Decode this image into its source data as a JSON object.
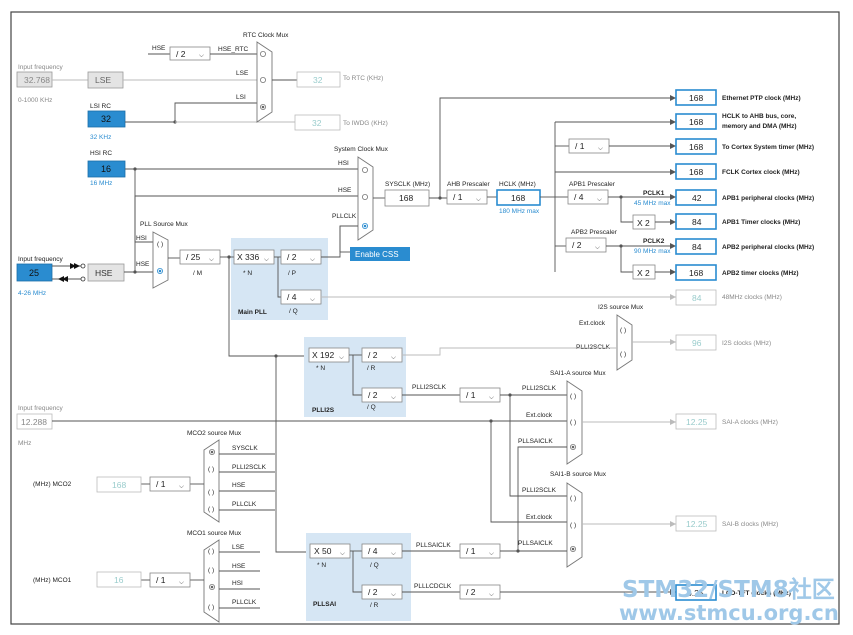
{
  "oscillators": {
    "lse": {
      "label": "LSE",
      "freq_title": "Input frequency",
      "freq_value": "32.768",
      "range": "0-1000 KHz"
    },
    "lsi": {
      "title": "LSI RC",
      "value": "32",
      "unit": "32 KHz"
    },
    "hsi": {
      "title": "HSI RC",
      "value": "16",
      "unit": "16 MHz"
    },
    "hse": {
      "label": "HSE",
      "freq_title": "Input frequency",
      "freq_value": "25",
      "range": "4-26 MHz"
    },
    "i2s_in": {
      "freq_title": "Input frequency",
      "freq_value": "12.288",
      "unit": "MHz"
    }
  },
  "rtc": {
    "title": "RTC Clock Mux",
    "inputs": [
      "HSE",
      "HSE_RTC",
      "LSE",
      "LSI"
    ],
    "div": "/ 2",
    "out_value": "32",
    "out_label": "To RTC (KHz)",
    "iwdg_value": "32",
    "iwdg_label": "To IWDG (KHz)"
  },
  "sysclk_mux": {
    "title": "System Clock Mux",
    "inputs": [
      "HSI",
      "HSE",
      "PLLCLK"
    ],
    "sysclk_label": "SYSCLK (MHz)",
    "sysclk_value": "168",
    "enable_css": "Enable CSS"
  },
  "ahb": {
    "title": "AHB Prescaler",
    "div": "/ 1",
    "hclk_label": "HCLK (MHz)",
    "hclk_value": "168",
    "hclk_note": "180 MHz max"
  },
  "apb1": {
    "title": "APB1 Prescaler",
    "div": "/ 4",
    "pclk": "PCLK1",
    "max": "45 MHz max",
    "timer_mult": "X 2"
  },
  "apb2": {
    "title": "APB2 Prescaler",
    "div": "/ 2",
    "pclk": "PCLK2",
    "max": "90 MHz max",
    "timer_mult": "X 2"
  },
  "cortex_div": "/ 1",
  "outputs": [
    {
      "value": "168",
      "label": "Ethernet PTP clock (MHz)"
    },
    {
      "value": "168",
      "label": "HCLK to AHB bus, core,"
    },
    {
      "value": "168",
      "label": "To Cortex System timer (MHz)"
    },
    {
      "value": "168",
      "label": "FCLK Cortex clock (MHz)"
    },
    {
      "value": "42",
      "label": "APB1 peripheral clocks (MHz)"
    },
    {
      "value": "84",
      "label": "APB1 Timer clocks (MHz)"
    },
    {
      "value": "84",
      "label": "APB2 peripheral clocks (MHz)"
    },
    {
      "value": "168",
      "label": "APB2 timer clocks (MHz)"
    }
  ],
  "hclk_label_line2": "memory and DMA (MHz)",
  "pll": {
    "source_title": "PLL Source Mux",
    "src_hsi": "HSI",
    "src_hse": "HSE",
    "m_div": "/ 25",
    "m_label": "/ M",
    "n_mult": "X 336",
    "n_label": "* N",
    "p_div": "/ 2",
    "p_label": "/ P",
    "q_div": "/ 4",
    "q_label": "/ Q",
    "title": "Main PLL",
    "pll48_value": "84",
    "pll48_label": "48MHz clocks (MHz)"
  },
  "i2s": {
    "title": "I2S source Mux",
    "ext": "Ext.clock",
    "pll": "PLLI2SCLK",
    "value": "96",
    "label": "I2S clocks (MHz)"
  },
  "plli2s": {
    "title": "PLLI2S",
    "n_mult": "X 192",
    "n_label": "* N",
    "r_div": "/ 2",
    "r_label": "/ R",
    "q_div": "/ 2",
    "q_label": "/ Q",
    "clk_label": "PLLI2SCLK",
    "div_after": "/ 1"
  },
  "sai_a": {
    "title": "SAI1-A source Mux",
    "in1": "PLLI2SCLK",
    "in2": "Ext.clock",
    "in3": "PLLSAICLK",
    "value": "12.25",
    "label": "SAI-A clocks (MHz)"
  },
  "sai_b": {
    "title": "SAI1-B source Mux",
    "in1": "PLLI2SCLK",
    "in2": "Ext.clock",
    "in3": "PLLSAICLK",
    "value": "12.25",
    "label": "SAI-B clocks (MHz)"
  },
  "mco2": {
    "title": "MCO2 source Mux",
    "inputs": [
      "SYSCLK",
      "PLLI2SCLK",
      "HSE",
      "PLLCLK"
    ],
    "div": "/ 1",
    "value": "168",
    "label": "(MHz) MCO2"
  },
  "mco1": {
    "title": "MCO1 source Mux",
    "inputs": [
      "LSE",
      "HSE",
      "HSI",
      "PLLCLK"
    ],
    "div": "/ 1",
    "value": "16",
    "label": "(MHz) MCO1"
  },
  "pllsai": {
    "title": "PLLSAI",
    "n_mult": "X 50",
    "n_label": "* N",
    "q_div": "/ 4",
    "q_label": "/ Q",
    "r_div": "/ 2",
    "r_label": "/ R",
    "saiclk": "PLLSAICLK",
    "saiclk_div": "/ 1",
    "lcdclk": "PLLLCDCLK",
    "lcd_div": "/ 2",
    "lcd_value": "6.25",
    "lcd_label": "LCD-TFT clocks (MHz)"
  },
  "watermark": {
    "line1": "STM32/STM8社区",
    "line2": "www.stmcu.org.cn"
  }
}
